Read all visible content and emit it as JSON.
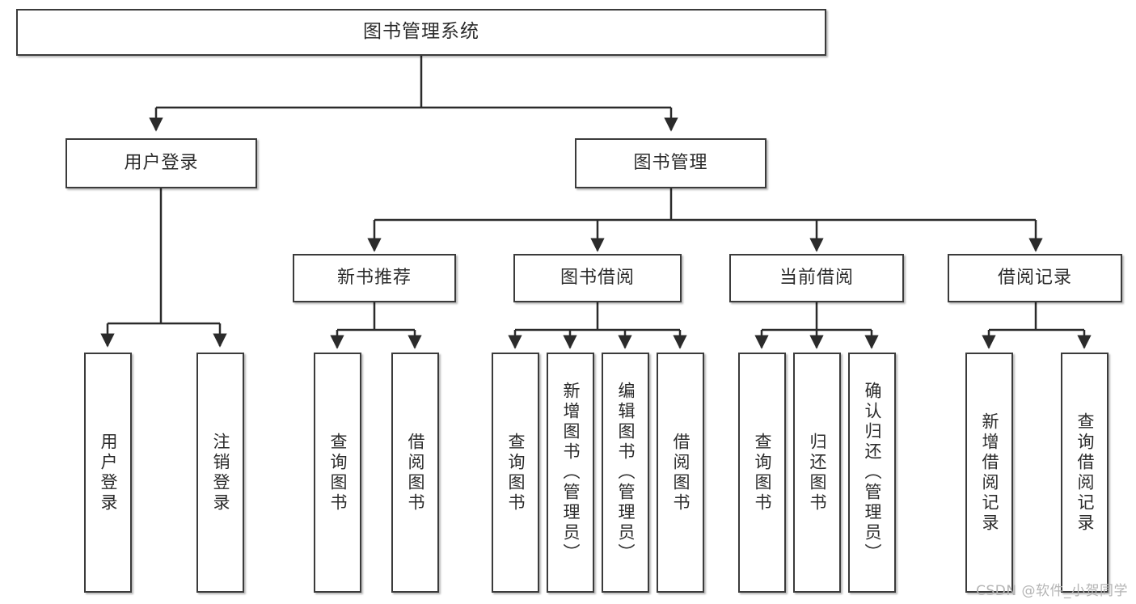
{
  "diagram": {
    "title": "图书管理系统",
    "type": "tree-hierarchy-diagram",
    "watermark": "CSDN @软件_小贺同学",
    "colors": {
      "box_border": "#3b3b3b",
      "box_fill": "#ffffff",
      "connector": "#2b2b2b",
      "text": "#2b2b2b",
      "watermark": "#b4b4b4"
    },
    "nodes": {
      "root": {
        "label": "图书管理系统"
      },
      "level1": [
        {
          "label": "用户登录"
        },
        {
          "label": "图书管理"
        }
      ],
      "level2": [
        {
          "label": "新书推荐"
        },
        {
          "label": "图书借阅"
        },
        {
          "label": "当前借阅"
        },
        {
          "label": "借阅记录"
        }
      ],
      "leaves_user_login": [
        {
          "label": "用户登录"
        },
        {
          "label": "注销登录"
        }
      ],
      "leaves_new_book": [
        {
          "label": "查询图书"
        },
        {
          "label": "借阅图书"
        }
      ],
      "leaves_borrow": [
        {
          "label": "查询图书"
        },
        {
          "label": "新增图书（管理员）"
        },
        {
          "label": "编辑图书（管理员）"
        },
        {
          "label": "借阅图书"
        }
      ],
      "leaves_current": [
        {
          "label": "查询图书"
        },
        {
          "label": "归还图书"
        },
        {
          "label": "确认归还（管理员）"
        }
      ],
      "leaves_records": [
        {
          "label": "新增借阅记录"
        },
        {
          "label": "查询借阅记录"
        }
      ]
    }
  }
}
